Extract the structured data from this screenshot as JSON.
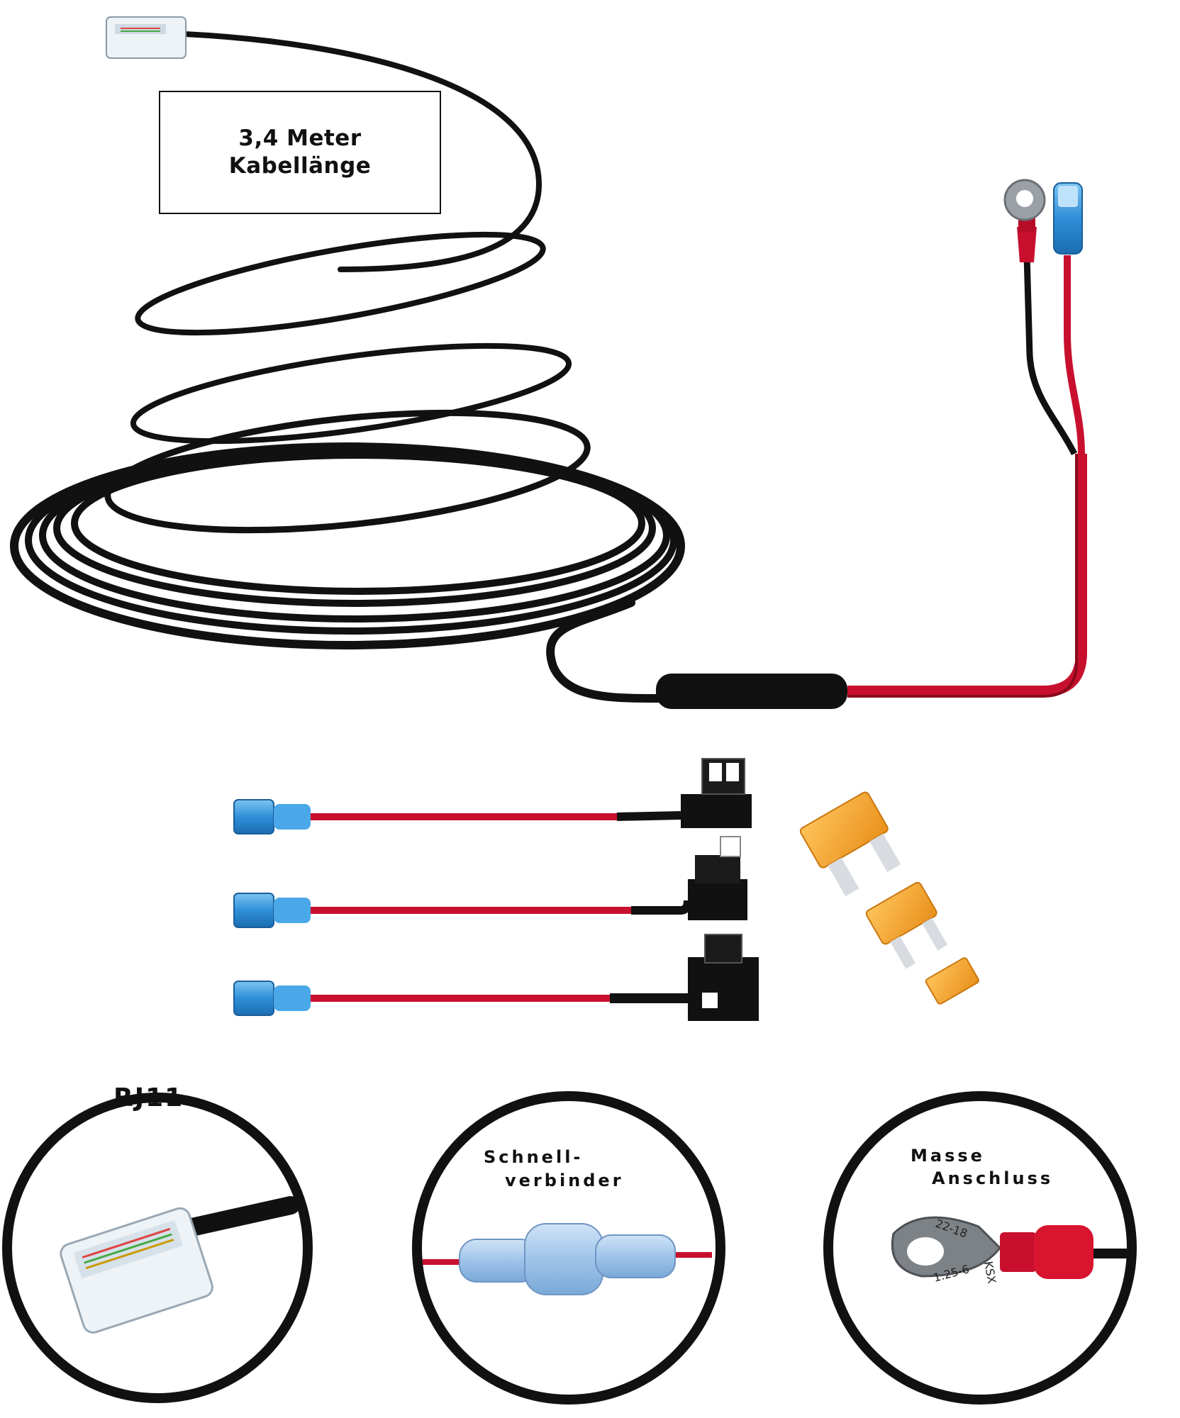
{
  "cable_label": {
    "line1": "3,4  Meter",
    "line2": "Kabellänge"
  },
  "detail_captions": {
    "rj11": "RJ11",
    "quick_connector_line1": "Schnell-",
    "quick_connector_line2": "verbinder",
    "ground_line1": "Masse",
    "ground_line2": "Anschluss"
  },
  "terminal_markings": {
    "ring_terminal_text_a": "22-18",
    "ring_terminal_text_b": "KSX",
    "ring_terminal_text_c": "1.25-6"
  },
  "colors": {
    "cable_black": "#111111",
    "wire_red": "#c8102e",
    "connector_blue": "#3a9fe0",
    "fuse_orange": "#f5a623"
  }
}
